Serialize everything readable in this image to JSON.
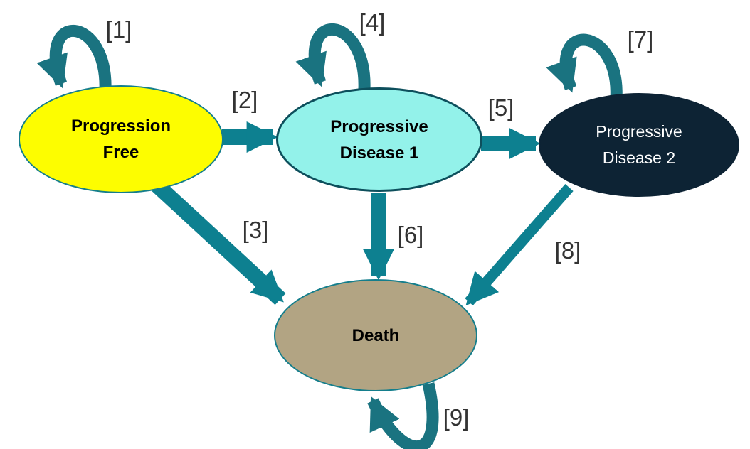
{
  "diagram": {
    "background": "#ffffff",
    "colors": {
      "transition_arrow": "#0d8090",
      "self_loop_arrow": "#1a7380",
      "edge_label_text": "#333333"
    },
    "nodes": [
      {
        "id": "progression_free",
        "label": "Progression Free",
        "fill": "#fdfd00",
        "border": "#147e8c",
        "text_color": "#000000"
      },
      {
        "id": "progressive_disease_1",
        "label": "Progressive Disease 1",
        "fill": "#93f2ea",
        "border": "#0d4f5c",
        "text_color": "#000000"
      },
      {
        "id": "progressive_disease_2",
        "label": "Progressive Disease 2",
        "fill": "#0d2334",
        "border": "#0d2334",
        "text_color": "#ffffff"
      },
      {
        "id": "death",
        "label": "Death",
        "fill": "#b2a483",
        "border": "#147e8c",
        "text_color": "#000000"
      }
    ],
    "edges": [
      {
        "label": "[1]",
        "from": "progression_free",
        "to": "progression_free",
        "type": "self_loop"
      },
      {
        "label": "[2]",
        "from": "progression_free",
        "to": "progressive_disease_1",
        "type": "transition"
      },
      {
        "label": "[3]",
        "from": "progression_free",
        "to": "death",
        "type": "transition"
      },
      {
        "label": "[4]",
        "from": "progressive_disease_1",
        "to": "progressive_disease_1",
        "type": "self_loop"
      },
      {
        "label": "[5]",
        "from": "progressive_disease_1",
        "to": "progressive_disease_2",
        "type": "transition"
      },
      {
        "label": "[6]",
        "from": "progressive_disease_1",
        "to": "death",
        "type": "transition"
      },
      {
        "label": "[7]",
        "from": "progressive_disease_2",
        "to": "progressive_disease_2",
        "type": "self_loop"
      },
      {
        "label": "[8]",
        "from": "progressive_disease_2",
        "to": "death",
        "type": "transition"
      },
      {
        "label": "[9]",
        "from": "death",
        "to": "death",
        "type": "self_loop"
      }
    ]
  }
}
